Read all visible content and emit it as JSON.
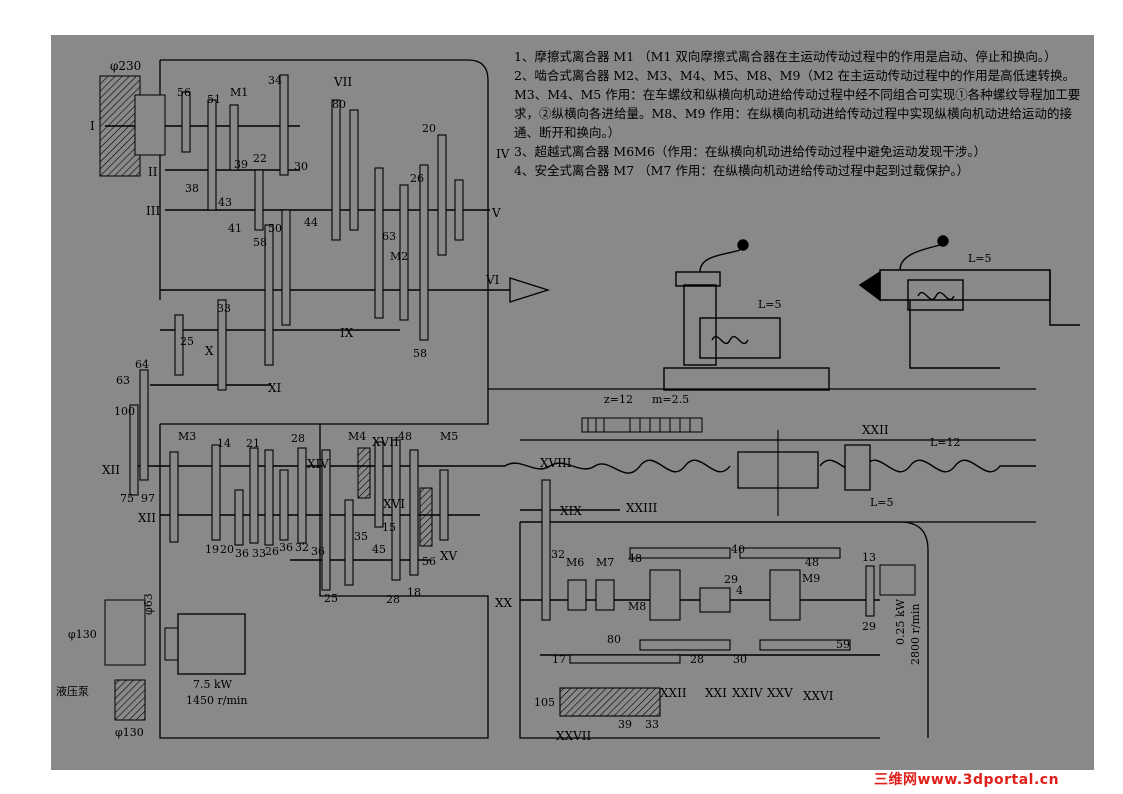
{
  "notes": [
    "1、摩擦式离合器 M1 （M1 双向摩擦式离合器在主运动传动过程中的作用是启动、停止和换向。）",
    "2、啮合式离合器 M2、M3、M4、M5、M8、M9（M2 在主运动传动过程中的作用是高低速转换。M3、M4、M5 作用：在车螺纹和纵横向机动进给传动过程中经不同组合可实现①各种螺纹导程加工要求，②纵横向各进给量。M8、M9 作用：在纵横向机动进给传动过程中实现纵横向机动进给运动的接通、断开和换向。）",
    "3、超越式离合器 M6M6（作用：在纵横向机动进给传动过程中避免运动发现干涉。）",
    "4、安全式离合器 M7 （M7 作用：在纵横向机动进给传动过程中起到过载保护。）"
  ],
  "watermark": "三维网www.3dportal.cn",
  "motor_main": {
    "power": "7.5 kW",
    "speed": "1450 r/min"
  },
  "motor_rapid": {
    "power": "0.25 kW",
    "speed": "2800 r/min"
  },
  "pump_label": "液压泵",
  "pulleys": {
    "p230": "φ230",
    "p130a": "φ130",
    "p130b": "φ130",
    "p63": "φ63"
  },
  "shafts": {
    "I": "I",
    "II": "II",
    "III": "III",
    "IV": "IV",
    "V": "V",
    "VI": "VI",
    "VII": "VII",
    "IX": "IX",
    "X": "X",
    "XI": "XI",
    "XII_a": "XII",
    "XII_b": "XII",
    "XIV": "XIV",
    "XV": "XV",
    "XVI": "XVI",
    "XVII": "XVII",
    "XVIII": "XVIII",
    "XIX": "XIX",
    "XX": "XX",
    "XXI": "XXI",
    "XXII_a": "XXII",
    "XXII_b": "XXII",
    "XXIII": "XXIII",
    "XXIV": "XXIV",
    "XXV": "XXV",
    "XXVI": "XXVI",
    "XXVII": "XXVII"
  },
  "clutches": {
    "M1": "M1",
    "M2": "M2",
    "M3": "M3",
    "M4": "M4",
    "M5": "M5",
    "M6": "M6",
    "M7": "M7",
    "M8": "M8",
    "M9": "M9"
  },
  "leadscrew": {
    "pitch": "L=12",
    "nut": "L=5",
    "tailstock": "L=5",
    "crossslide": "L=5"
  },
  "rack": {
    "z": "z=12",
    "m": "m=2.5"
  },
  "gear_numbers": [
    "56",
    "51",
    "34",
    "39",
    "22",
    "38",
    "43",
    "41",
    "58",
    "50",
    "30",
    "80",
    "44",
    "26",
    "20",
    "63",
    "58",
    "33",
    "25",
    "64",
    "63",
    "100",
    "75",
    "97",
    "14",
    "21",
    "28",
    "19",
    "20",
    "36",
    "33",
    "26",
    "36",
    "32",
    "36",
    "25",
    "35",
    "48",
    "15",
    "45",
    "18",
    "56",
    "28",
    "32",
    "40",
    "29",
    "4",
    "48",
    "59",
    "17",
    "80",
    "30",
    "105",
    "39",
    "33",
    "13",
    "29",
    "48",
    "28"
  ]
}
